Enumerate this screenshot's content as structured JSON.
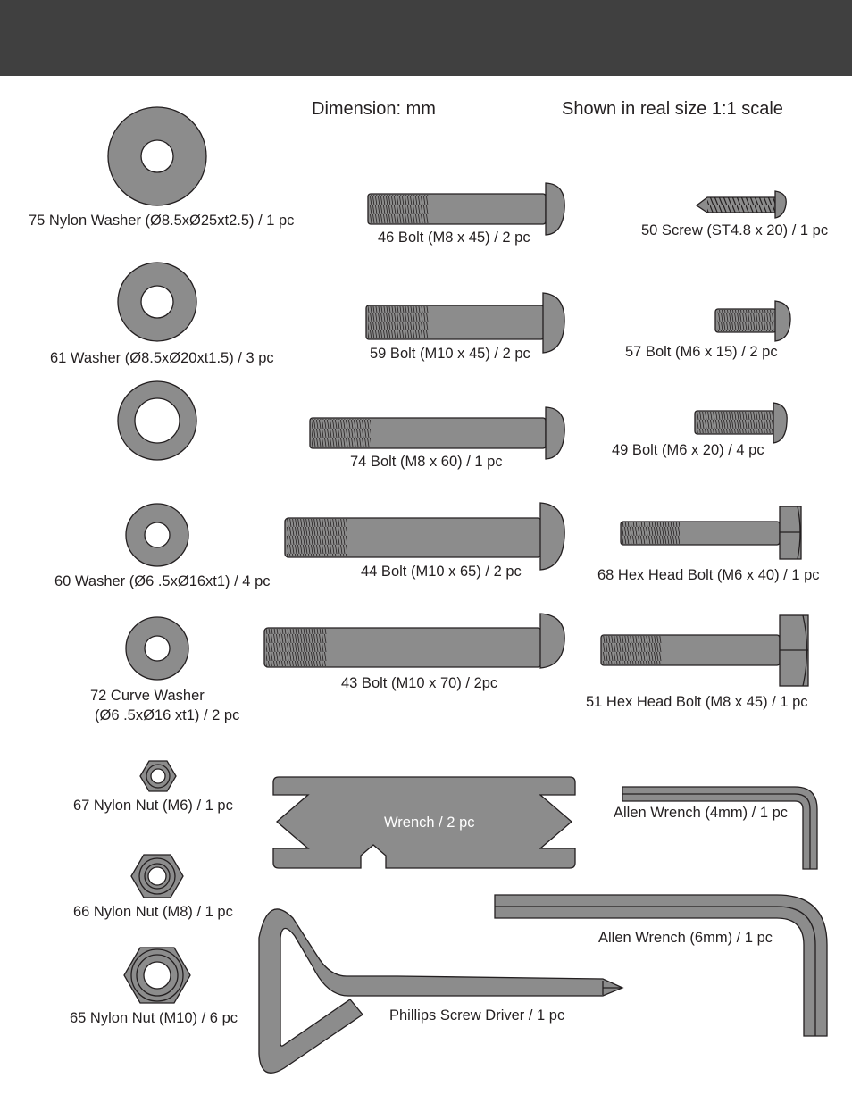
{
  "header": {
    "dimension": "Dimension: mm",
    "scale": "Shown in real size 1:1 scale"
  },
  "parts": {
    "washer_75": "75 Nylon Washer (Ø8.5xØ25xt2.5) / 1 pc",
    "washer_61": "61 Washer (Ø8.5xØ20xt1.5) / 3 pc",
    "washer_60": "60 Washer (Ø6 .5xØ16xt1) / 4 pc",
    "washer_72_line1": "72 Curve Washer",
    "washer_72_line2": "(Ø6 .5xØ16 xt1) / 2 pc",
    "nut_67": "67 Nylon Nut (M6) / 1 pc",
    "nut_66": "66 Nylon Nut (M8) / 1 pc",
    "nut_65": "65 Nylon Nut (M10) / 6 pc",
    "bolt_46": "46 Bolt (M8 x 45) / 2 pc",
    "bolt_59": "59 Bolt (M10 x 45) / 2 pc",
    "bolt_74": "74 Bolt (M8 x 60) / 1 pc",
    "bolt_44": "44 Bolt (M10 x 65) / 2 pc",
    "bolt_43": "43 Bolt (M10 x 70) / 2pc",
    "screw_50": "50 Screw (ST4.8 x 20) / 1 pc",
    "bolt_57": "57 Bolt (M6 x 15) / 2 pc",
    "bolt_49": "49 Bolt (M6 x 20) / 4 pc",
    "hexbolt_68": "68 Hex Head Bolt (M6 x 40) / 1 pc",
    "hexbolt_51": "51 Hex Head Bolt (M8 x 45) / 1 pc",
    "wrench": "Wrench / 2 pc",
    "allen_4": "Allen Wrench (4mm) / 1 pc",
    "allen_6": "Allen Wrench (6mm) / 1 pc",
    "screwdriver": "Phillips Screw Driver / 1 pc"
  },
  "colors": {
    "header_bar": "#404040",
    "part_fill": "#8c8c8c",
    "outline": "#231f20"
  }
}
